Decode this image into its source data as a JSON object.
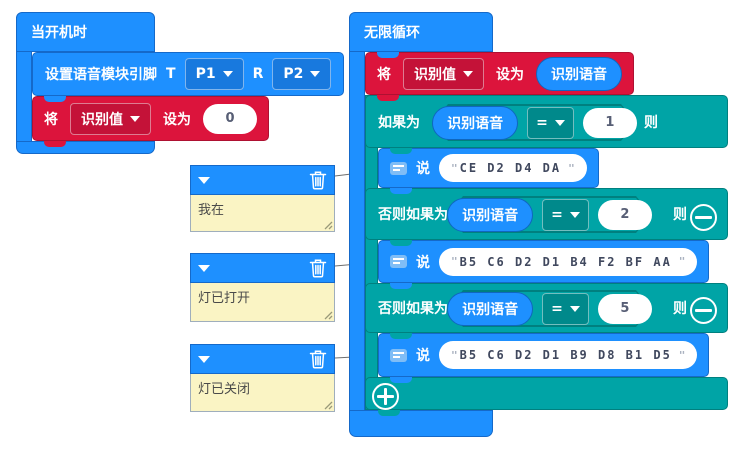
{
  "colors": {
    "block_blue": "#1E90FF",
    "block_red": "#DC143C",
    "block_teal": "#00A4A6",
    "comment_header_blue": "#1E90FF",
    "comment_body_yellow": "#FAF4C4",
    "workspace_bg": "#FFFFFF"
  },
  "icons": {
    "comment_collapse": "chevron-down-icon",
    "comment_delete": "trash-icon",
    "say_block_marker": "comment-bubble-icon",
    "remove_branch": "minus-circle-icon",
    "add_branch": "plus-circle-icon",
    "dropdown_arrow": "chevron-down-icon",
    "comment_resize": "resize-grip-icon"
  },
  "on_start": {
    "title": "当开机时",
    "set_pins": {
      "label": "设置语音模块引脚",
      "t_label": "T",
      "t_value": "P1",
      "r_label": "R",
      "r_value": "P2"
    },
    "set_value": {
      "kw_set": "将",
      "variable": "识别值",
      "kw_to": "设为",
      "value": "0"
    }
  },
  "forever": {
    "title": "无限循环",
    "set_value": {
      "kw_set": "将",
      "variable": "识别值",
      "kw_to": "设为",
      "value": "识别语音"
    },
    "conditional": {
      "branches": [
        {
          "keyword": "如果为",
          "operand": "识别语音",
          "operator": "=",
          "compare_value": "1",
          "then_label": "则",
          "say": {
            "label": "说",
            "quote": "\"",
            "text": "CE D2 D4 DA"
          }
        },
        {
          "keyword": "否则如果为",
          "operand": "识别语音",
          "operator": "=",
          "compare_value": "2",
          "then_label": "则",
          "say": {
            "label": "说",
            "quote": "\"",
            "text": "B5 C6 D2 D1 B4 F2 BF AA"
          }
        },
        {
          "keyword": "否则如果为",
          "operand": "识别语音",
          "operator": "=",
          "compare_value": "5",
          "then_label": "则",
          "say": {
            "label": "说",
            "quote": "\"",
            "text": "B5 C6 D2 D1 B9 D8 B1 D5"
          }
        }
      ]
    }
  },
  "comments": [
    {
      "text": "我在"
    },
    {
      "text": "灯已打开"
    },
    {
      "text": "灯已关闭"
    }
  ]
}
